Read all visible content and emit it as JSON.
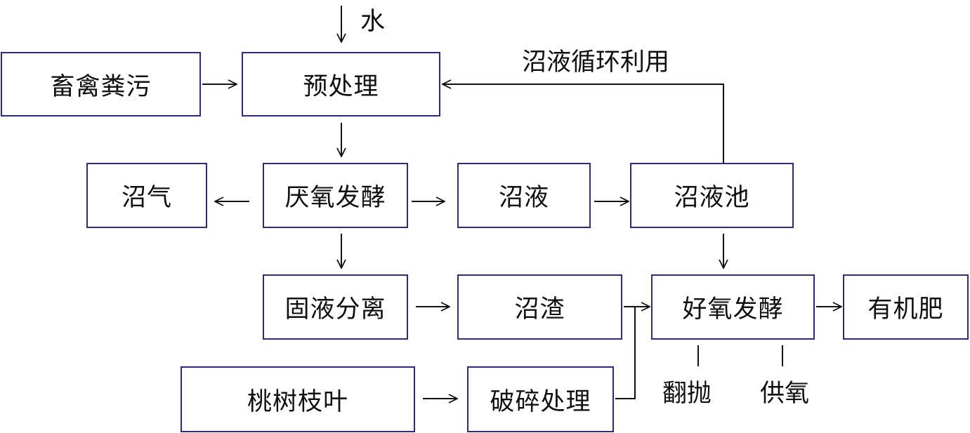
{
  "nodes": {
    "manure": "畜禽粪污",
    "pretreatment": "预处理",
    "biogas": "沼气",
    "anaerobic": "厌氧发酵",
    "slurry": "沼液",
    "slurry_pool": "沼液池",
    "separation": "固液分离",
    "residue": "沼渣",
    "aerobic": "好氧发酵",
    "fertilizer": "有机肥",
    "branches": "桃树枝叶",
    "crushing": "破碎处理"
  },
  "labels": {
    "water": "水",
    "recycle": "沼液循环利用",
    "turning": "翻抛",
    "oxygen": "供氧"
  },
  "colors": {
    "box_border": "#2b2b80",
    "line": "#111111"
  }
}
